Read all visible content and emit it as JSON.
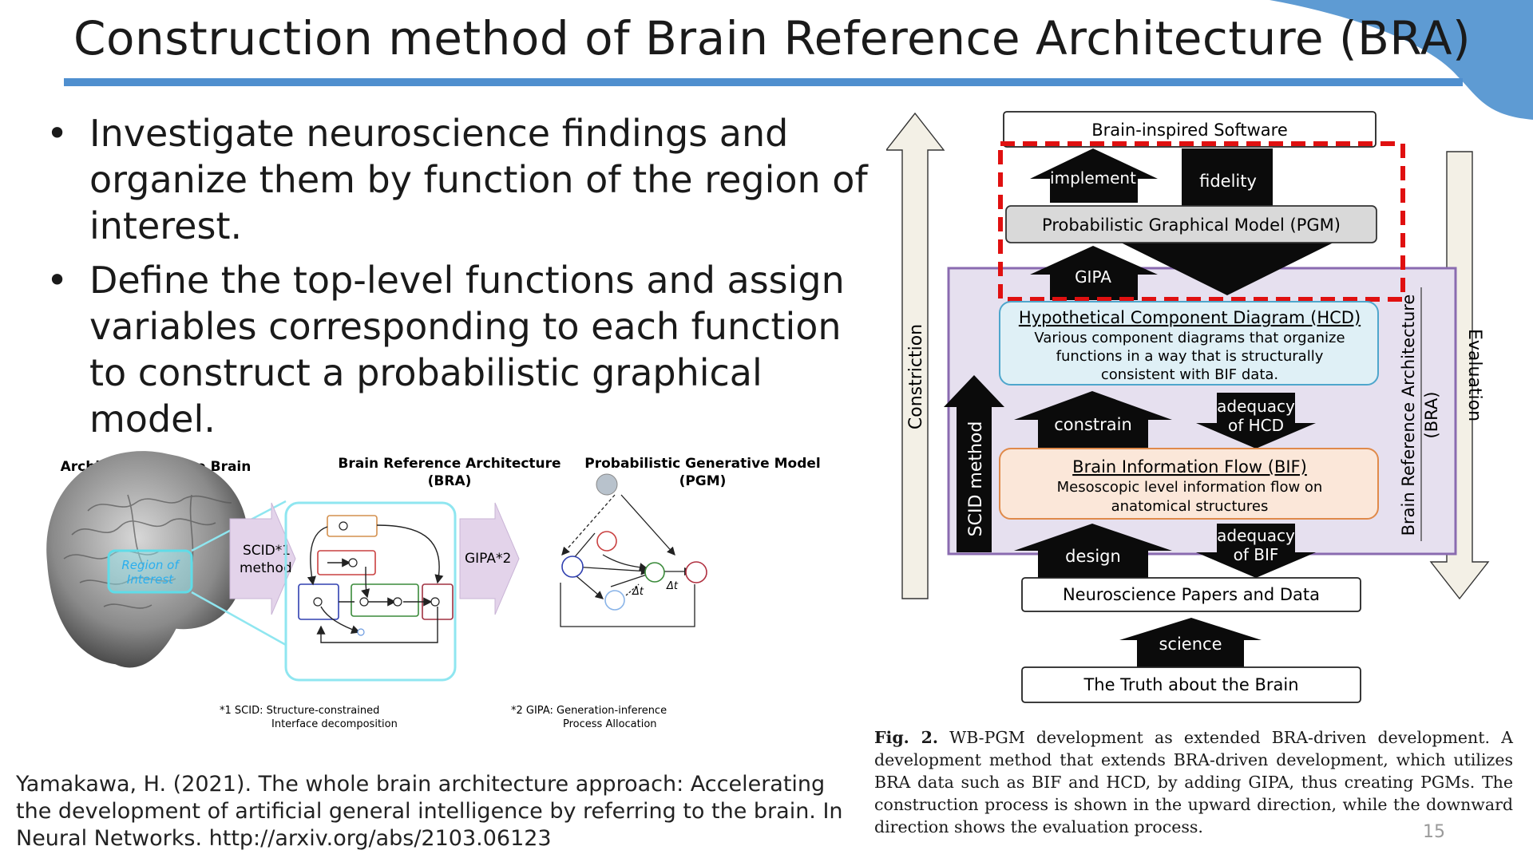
{
  "slide": {
    "title": "Construction method of Brain Reference Architecture (BRA)",
    "bullets": [
      "Investigate neuroscience findings and organize them by function of the region of interest.",
      "Define the top-level functions and assign variables corresponding to each function to construct a probabilistic graphical model."
    ],
    "reference": "Yamakawa, H. (2021). The whole brain architecture approach: Accelerating the development of artificial general intelligence by referring to the brain. In Neural Networks. http://arxiv.org/abs/2103.06123",
    "page_number": "15",
    "accent_color": "#4f8fcf"
  },
  "figure1": {
    "heading_brain": "Architecture of the Brain",
    "heading_bra_line1": "Brain Reference Architecture",
    "heading_bra_line2": "(BRA)",
    "heading_pgm_line1": "Probabilistic Generative Model",
    "heading_pgm_line2": "(PGM)",
    "roi_label_line1": "Region of",
    "roi_label_line2": "Interest",
    "scid_arrow_line1": "SCID*1",
    "scid_arrow_line2": "method",
    "gipa_arrow": "GIPA*2",
    "delta_t": "Δt",
    "footnote1_line1": "*1 SCID: Structure-constrained",
    "footnote1_line2": "Interface decomposition",
    "footnote2_line1": "*2 GIPA: Generation-inference",
    "footnote2_line2": "Process Allocation"
  },
  "figure2": {
    "brain_inspired_software": "Brain-inspired Software",
    "implement": "implement",
    "fidelity": "fidelity",
    "pgm": "Probabilistic Graphical Model (PGM)",
    "gipa": "GIPA",
    "hcd_title": "Hypothetical Component Diagram (HCD)",
    "hcd_desc_1": "Various component diagrams that organize",
    "hcd_desc_2": "functions in a way that is structurally",
    "hcd_desc_3": "consistent with BIF data.",
    "constrain": "constrain",
    "adequacy_hcd_1": "adequacy",
    "adequacy_hcd_2": "of HCD",
    "bif_title": "Brain Information Flow (BIF)",
    "bif_desc_1": "Mesoscopic level information flow on",
    "bif_desc_2": "anatomical structures",
    "design": "design",
    "adequacy_bif_1": "adequacy",
    "adequacy_bif_2": "of BIF",
    "papers": "Neuroscience Papers and Data",
    "science": "science",
    "truth": "The Truth about the Brain",
    "constriction": "Constriction",
    "evaluation": "Evaluation",
    "scid_method": "SCID method",
    "bra_side_1": "Brain Reference Architecture",
    "bra_side_2": "(BRA)"
  },
  "caption": {
    "label": "Fig. 2.",
    "text": "WB-PGM development as extended BRA-driven development. A development method that extends BRA-driven development, which utilizes BRA data such as BIF and HCD, by adding GIPA, thus creating PGMs. The construction process is shown in the upward direction, while the downward direction shows the evaluation process."
  }
}
